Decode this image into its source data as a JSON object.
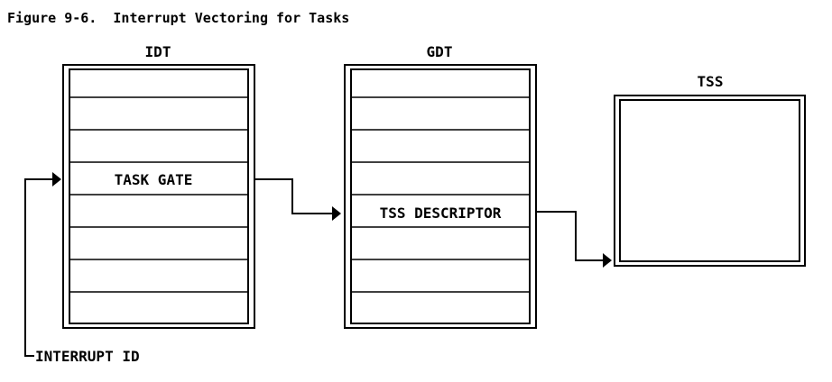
{
  "figure_title": "Figure 9-6.  Interrupt Vectoring for Tasks",
  "idt": {
    "label": "IDT",
    "entry_count": 8,
    "labeled_entry_index": 3,
    "labeled_entry_text": "TASK GATE"
  },
  "gdt": {
    "label": "GDT",
    "entry_count": 8,
    "labeled_entry_index": 4,
    "labeled_entry_text": "TSS DESCRIPTOR"
  },
  "tss": {
    "label": "TSS"
  },
  "interrupt_id_label": "INTERRUPT ID",
  "colors": {
    "ink": "#000000",
    "background": "#ffffff"
  }
}
